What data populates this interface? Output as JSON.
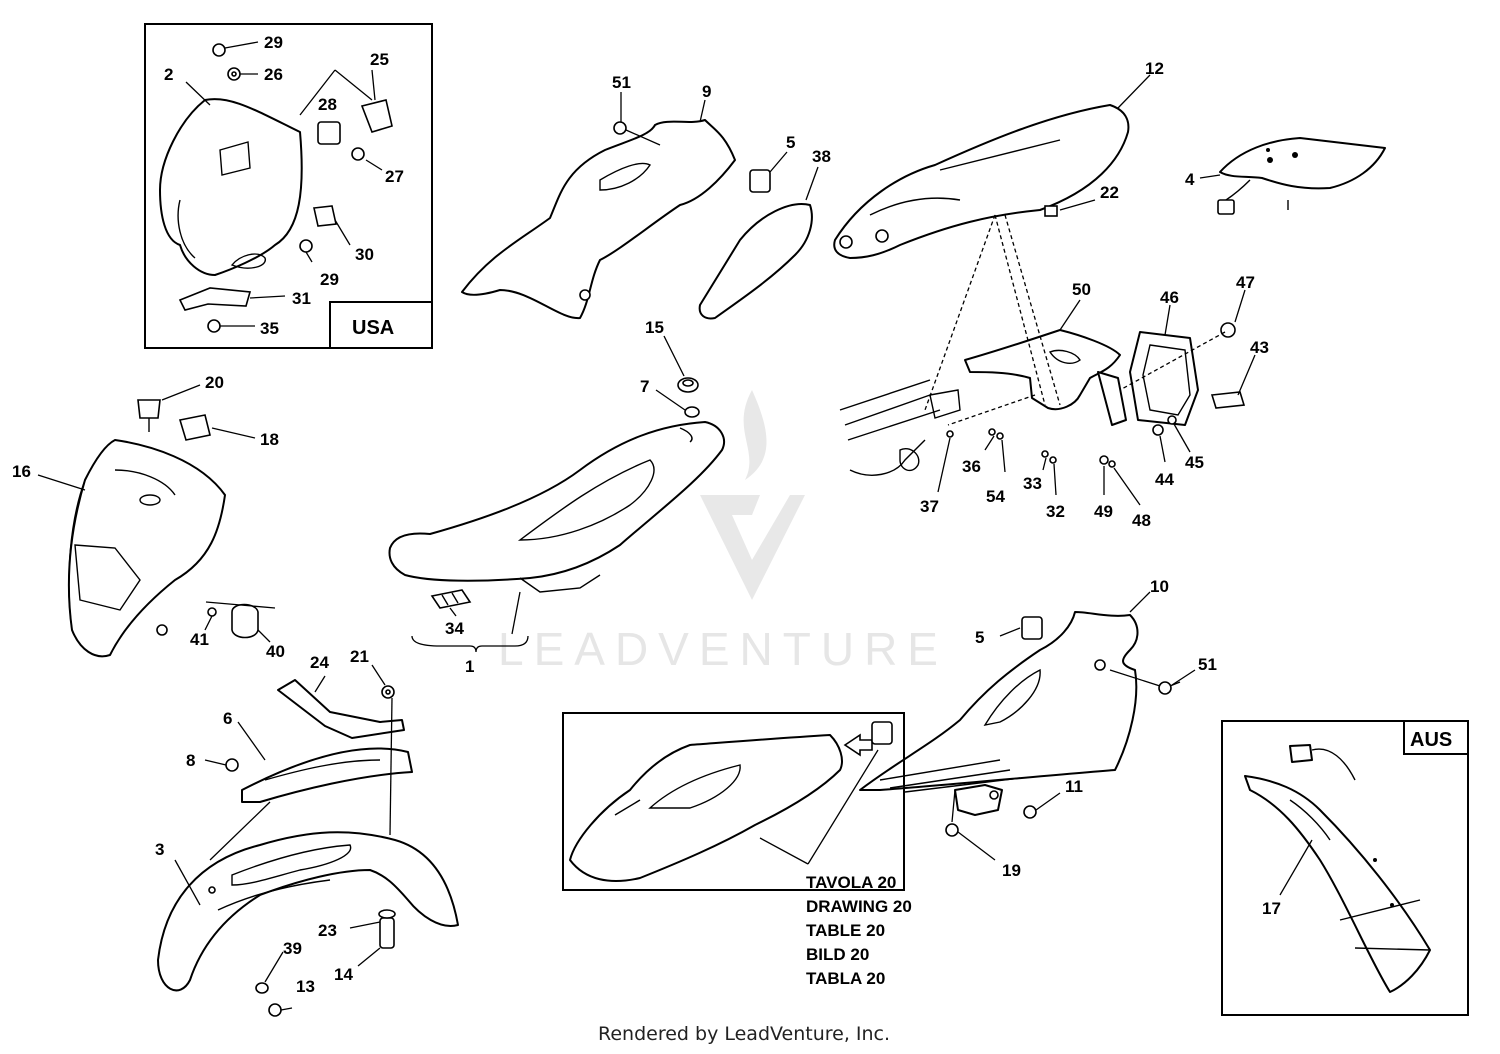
{
  "watermark": {
    "text": "LEADVENTURE"
  },
  "boxes": {
    "usa": "USA",
    "aus": "AUS"
  },
  "reference_note": [
    "TAVOLA 20",
    "DRAWING 20",
    "TABLE 20",
    "BILD 20",
    "TABLA 20"
  ],
  "footer": "Rendered by LeadVenture, Inc.",
  "callouts": {
    "c29a": "29",
    "c26": "26",
    "c25": "25",
    "c2": "2",
    "c28": "28",
    "c27": "27",
    "c30": "30",
    "c29b": "29",
    "c31": "31",
    "c35": "35",
    "c51a": "51",
    "c9": "9",
    "c5a": "5",
    "c38": "38",
    "c12": "12",
    "c4": "4",
    "c22": "22",
    "c50": "50",
    "c46": "46",
    "c47": "47",
    "c43": "43",
    "c15": "15",
    "c7": "7",
    "c20": "20",
    "c18": "18",
    "c16": "16",
    "c36": "36",
    "c54": "54",
    "c33": "33",
    "c32": "32",
    "c49": "49",
    "c48": "48",
    "c37": "37",
    "c44": "44",
    "c45": "45",
    "c41": "41",
    "c40": "40",
    "c34": "34",
    "c1": "1",
    "c10": "10",
    "c5b": "5",
    "c51b": "51",
    "c24": "24",
    "c21": "21",
    "c6": "6",
    "c8": "8",
    "c3": "3",
    "c23": "23",
    "c39": "39",
    "c13": "13",
    "c14": "14",
    "c11": "11",
    "c19": "19",
    "c17": "17"
  }
}
